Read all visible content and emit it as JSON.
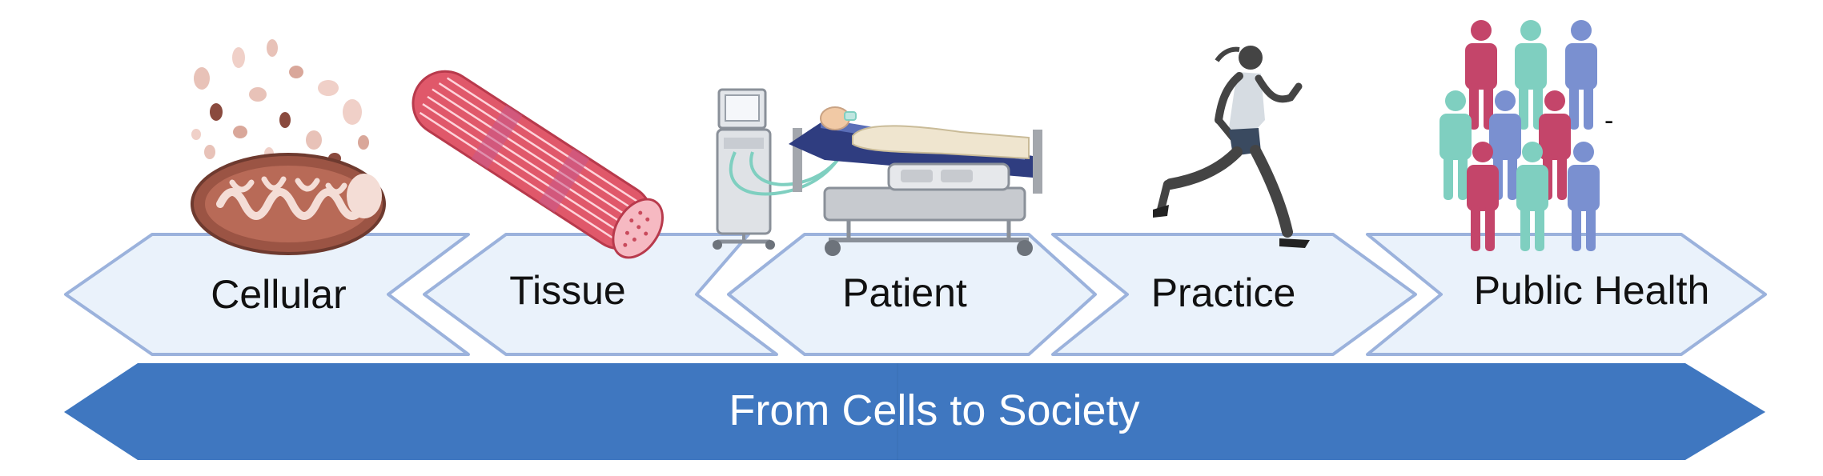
{
  "stages": [
    {
      "label": "Cellular",
      "icon": "mitochondrion-icon"
    },
    {
      "label": "Tissue",
      "icon": "muscle-fiber-icon"
    },
    {
      "label": "Patient",
      "icon": "hospital-bed-patient-icon"
    },
    {
      "label": "Practice",
      "icon": "runner-icon"
    },
    {
      "label": "Public Health",
      "icon": "population-people-icon"
    }
  ],
  "banner": {
    "label": "From Cells to Society"
  },
  "colors": {
    "chevron_fill": "#eaf2fb",
    "chevron_stroke": "#9bb2dc",
    "banner_fill": "#3f77c0",
    "banner_text": "#ffffff",
    "person_magenta": "#c4456a",
    "person_teal": "#7fcfc0",
    "person_blue": "#7a90d0"
  },
  "population_minus_sign": "-"
}
